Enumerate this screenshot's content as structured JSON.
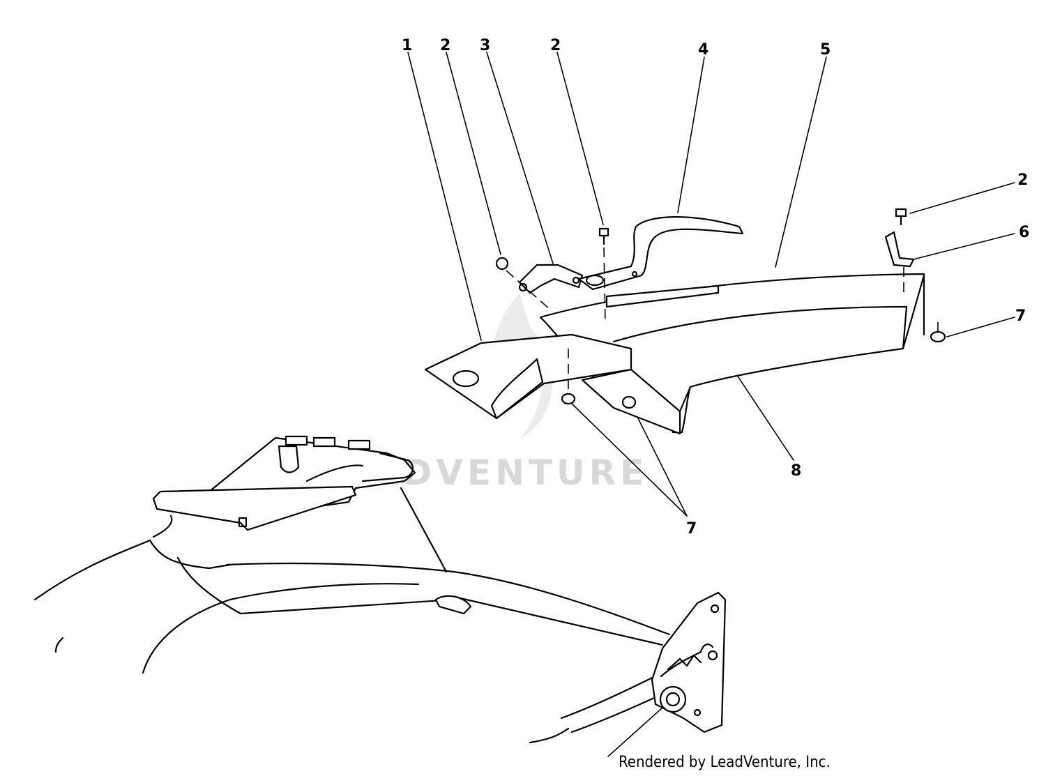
{
  "watermark": {
    "text": "LEADVENTURE"
  },
  "credit": {
    "text": "Rendered by LeadVenture, Inc."
  },
  "callouts": [
    "1",
    "2",
    "3",
    "2",
    "4",
    "5",
    "2",
    "6",
    "7",
    "8",
    "7"
  ]
}
